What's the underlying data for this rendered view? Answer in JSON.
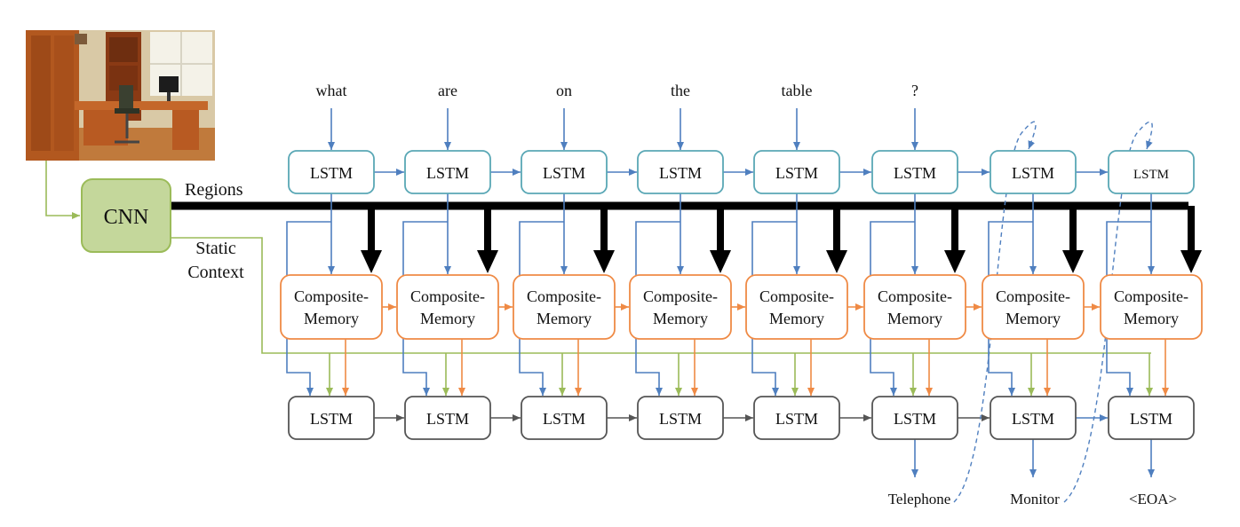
{
  "input": {
    "image_alt": "office scene photo (desk, chair, monitor, bookcase)",
    "cnn_label": "CNN",
    "regions_label": "Regions",
    "static_context_label": [
      "Static",
      "Context"
    ]
  },
  "question_words": [
    "what",
    "are",
    "on",
    "the",
    "table",
    "?"
  ],
  "encoder": {
    "label": "LSTM",
    "count": 8
  },
  "memory": {
    "label_line1": "Composite-",
    "label_line2": "Memory",
    "count": 8
  },
  "decoder": {
    "label": "LSTM",
    "count": 8
  },
  "outputs": [
    "Telephone",
    "Monitor",
    "<EOA>"
  ],
  "colors": {
    "encoder_border": "#59a7b5",
    "memory_border": "#ef8a45",
    "decoder_border": "#555555",
    "word_arrow": "#4f7fbf",
    "context_line": "#9bbb59",
    "cnn_fill": "#c4d79b",
    "cnn_border": "#9bbb59",
    "region_bar": "#000000",
    "feedback_dashed": "#4f7fbf"
  }
}
